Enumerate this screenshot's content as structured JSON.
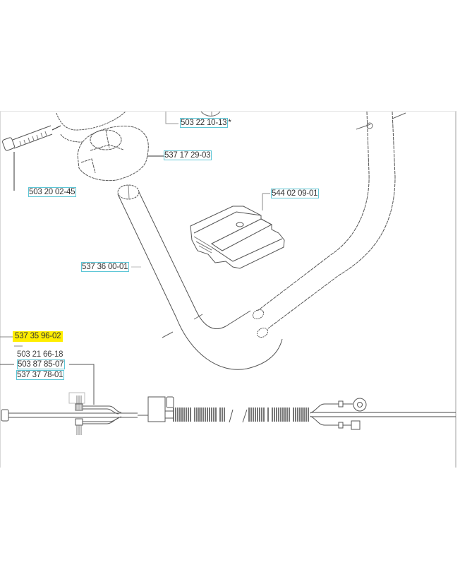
{
  "diagram": {
    "title": "",
    "colors": {
      "link_box": "#5ec6d6",
      "highlight": "#ffee00",
      "line": "#555555"
    },
    "part_labels": [
      {
        "id": "p1",
        "number": "503 22 10-13",
        "suffix": "*",
        "linked": true,
        "highlighted": false
      },
      {
        "id": "p2",
        "number": "537 17 29-03",
        "suffix": "",
        "linked": true,
        "highlighted": false
      },
      {
        "id": "p3",
        "number": "503 20 02-45",
        "suffix": "",
        "linked": true,
        "highlighted": false
      },
      {
        "id": "p4",
        "number": "544 02 09-01",
        "suffix": "",
        "linked": true,
        "highlighted": false
      },
      {
        "id": "p5",
        "number": "537 36 00-01",
        "suffix": "",
        "linked": true,
        "highlighted": false
      },
      {
        "id": "p6",
        "number": "537 35 96-02",
        "suffix": "",
        "linked": false,
        "highlighted": true
      },
      {
        "id": "p7",
        "number": "503 21 66-18",
        "suffix": "",
        "linked": false,
        "highlighted": false
      },
      {
        "id": "p8",
        "number": "503 87 85-07",
        "suffix": "",
        "linked": true,
        "highlighted": false
      },
      {
        "id": "p9",
        "number": "537 37 78-01",
        "suffix": "",
        "linked": true,
        "highlighted": false
      }
    ],
    "components": [
      "screw",
      "handle-grip",
      "clamp",
      "handle-tube",
      "throttle-cable-assembly",
      "cable-terminal-ring",
      "cable-connector"
    ]
  }
}
